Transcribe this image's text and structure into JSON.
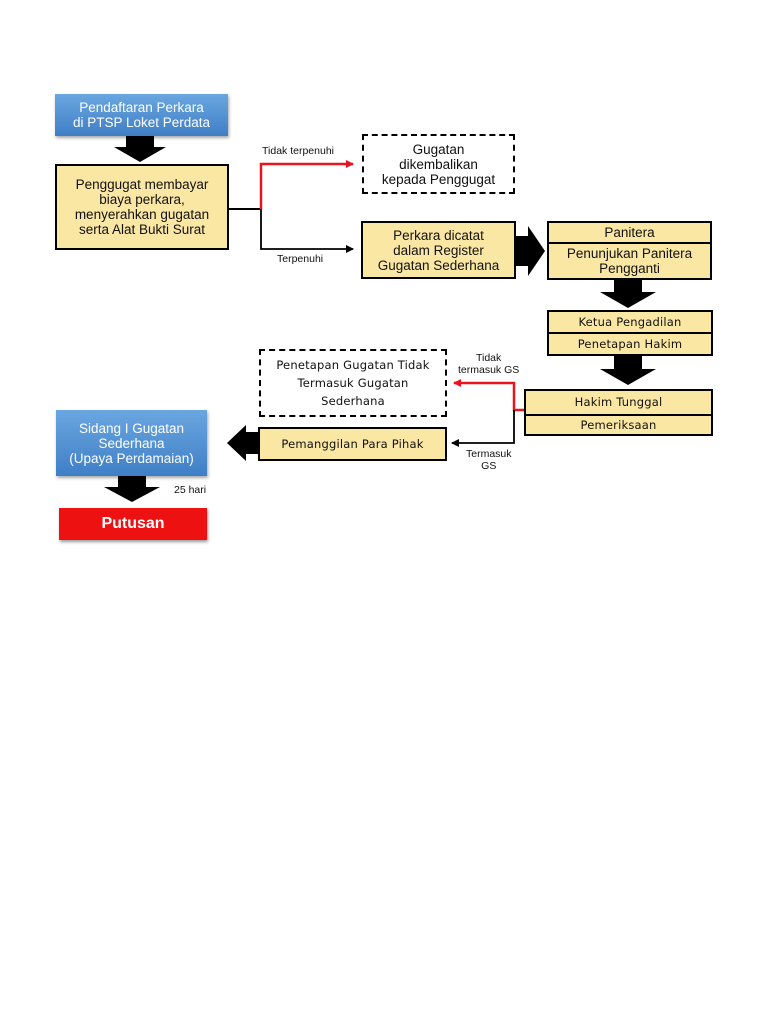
{
  "diagram": {
    "nodes": {
      "pendaftaran": "Pendaftaran Perkara\ndi PTSP Loket Perdata",
      "penggugat": "Penggugat membayar\nbiaya perkara,\nmenyerahkan gugatan\nserta Alat Bukti Surat",
      "dikembalikan": "Gugatan\ndikembalikan\nkepada Penggugat",
      "dicatat": "Perkara dicatat\ndalam Register\nGugatan Sederhana",
      "panitera_title": "Panitera",
      "panitera_body": "Penunjukan Panitera\nPengganti",
      "ketua_title": "Ketua Pengadilan",
      "ketua_body": "Penetapan Hakim",
      "hakim_title": "Hakim Tunggal",
      "hakim_body": "Pemeriksaan",
      "tidak_termasuk": "Penetapan Gugatan Tidak\nTermasuk Gugatan\nSederhana",
      "pemanggilan": "Pemanggilan Para Pihak",
      "sidang": "Sidang I Gugatan\nSederhana\n(Upaya Perdamaian)",
      "putusan": "Putusan"
    },
    "labels": {
      "tidak_terpenuhi": "Tidak terpenuhi",
      "terpenuhi": "Terpenuhi",
      "tidak_termasuk_gs": "Tidak\ntermasuk GS",
      "termasuk_gs": "Termasuk\nGS",
      "hari": "25 hari"
    },
    "colors": {
      "blue": "#4a8ad2",
      "yellow": "#fbe7a4",
      "red": "#ee1111",
      "red_line": "#e8141e",
      "black": "#000000"
    }
  }
}
